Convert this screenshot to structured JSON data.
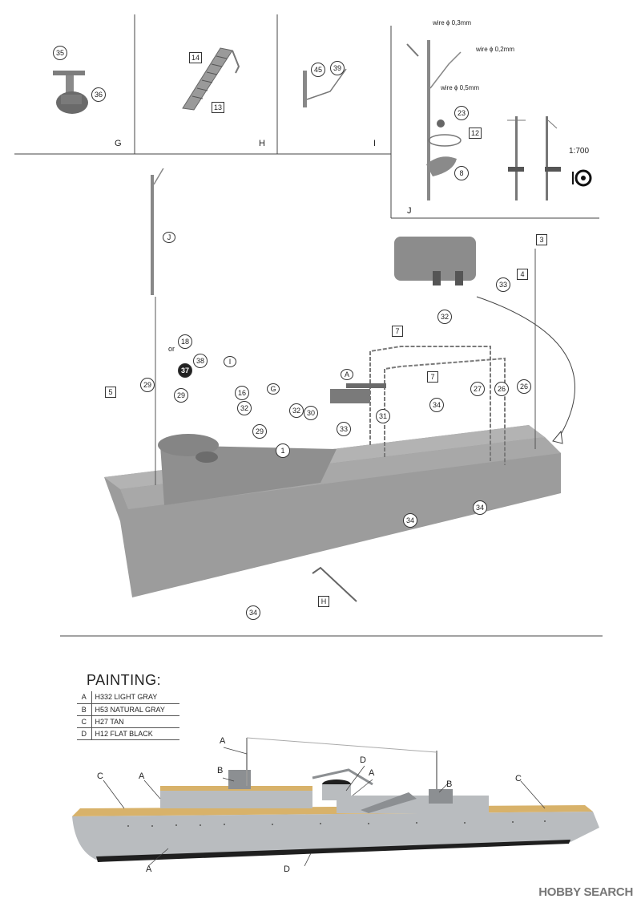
{
  "panels": {
    "g": {
      "letter": "G",
      "parts": [
        "35",
        "36"
      ]
    },
    "h": {
      "letter": "H",
      "parts": [
        "14",
        "13"
      ]
    },
    "i": {
      "letter": "I",
      "parts": [
        "45",
        "39"
      ]
    },
    "j": {
      "letter": "J",
      "parts": [
        "23",
        "12",
        "8"
      ],
      "wires": [
        "wire ϕ 0,3mm",
        "wire ϕ 0,2mm",
        "wire ϕ 0,5mm"
      ],
      "scale": "1:700"
    }
  },
  "assembly": {
    "callouts": [
      "1",
      "3",
      "4",
      "5",
      "7",
      "7",
      "16",
      "18",
      "29",
      "29",
      "29",
      "30",
      "31",
      "32",
      "32",
      "32",
      "33",
      "33",
      "34",
      "34",
      "34",
      "34",
      "26",
      "26",
      "27",
      "37",
      "38"
    ],
    "sub_refs": [
      "J",
      "I",
      "G",
      "A",
      "H"
    ],
    "or_text": "or"
  },
  "painting": {
    "title": "PAINTING:",
    "colors": [
      {
        "code": "A",
        "name": "H332 LIGHT GRAY",
        "hex": "#b9bcbf"
      },
      {
        "code": "B",
        "name": "H53 NATURAL GRAY",
        "hex": "#8c8f92"
      },
      {
        "code": "C",
        "name": "H27 TAN",
        "hex": "#d8b26a"
      },
      {
        "code": "D",
        "name": "H12 FLAT BLACK",
        "hex": "#1f1f1f"
      }
    ],
    "ship_labels": [
      "A",
      "A",
      "A",
      "A",
      "B",
      "B",
      "C",
      "C",
      "D",
      "D"
    ]
  },
  "watermark": "HOBBY SEARCH"
}
